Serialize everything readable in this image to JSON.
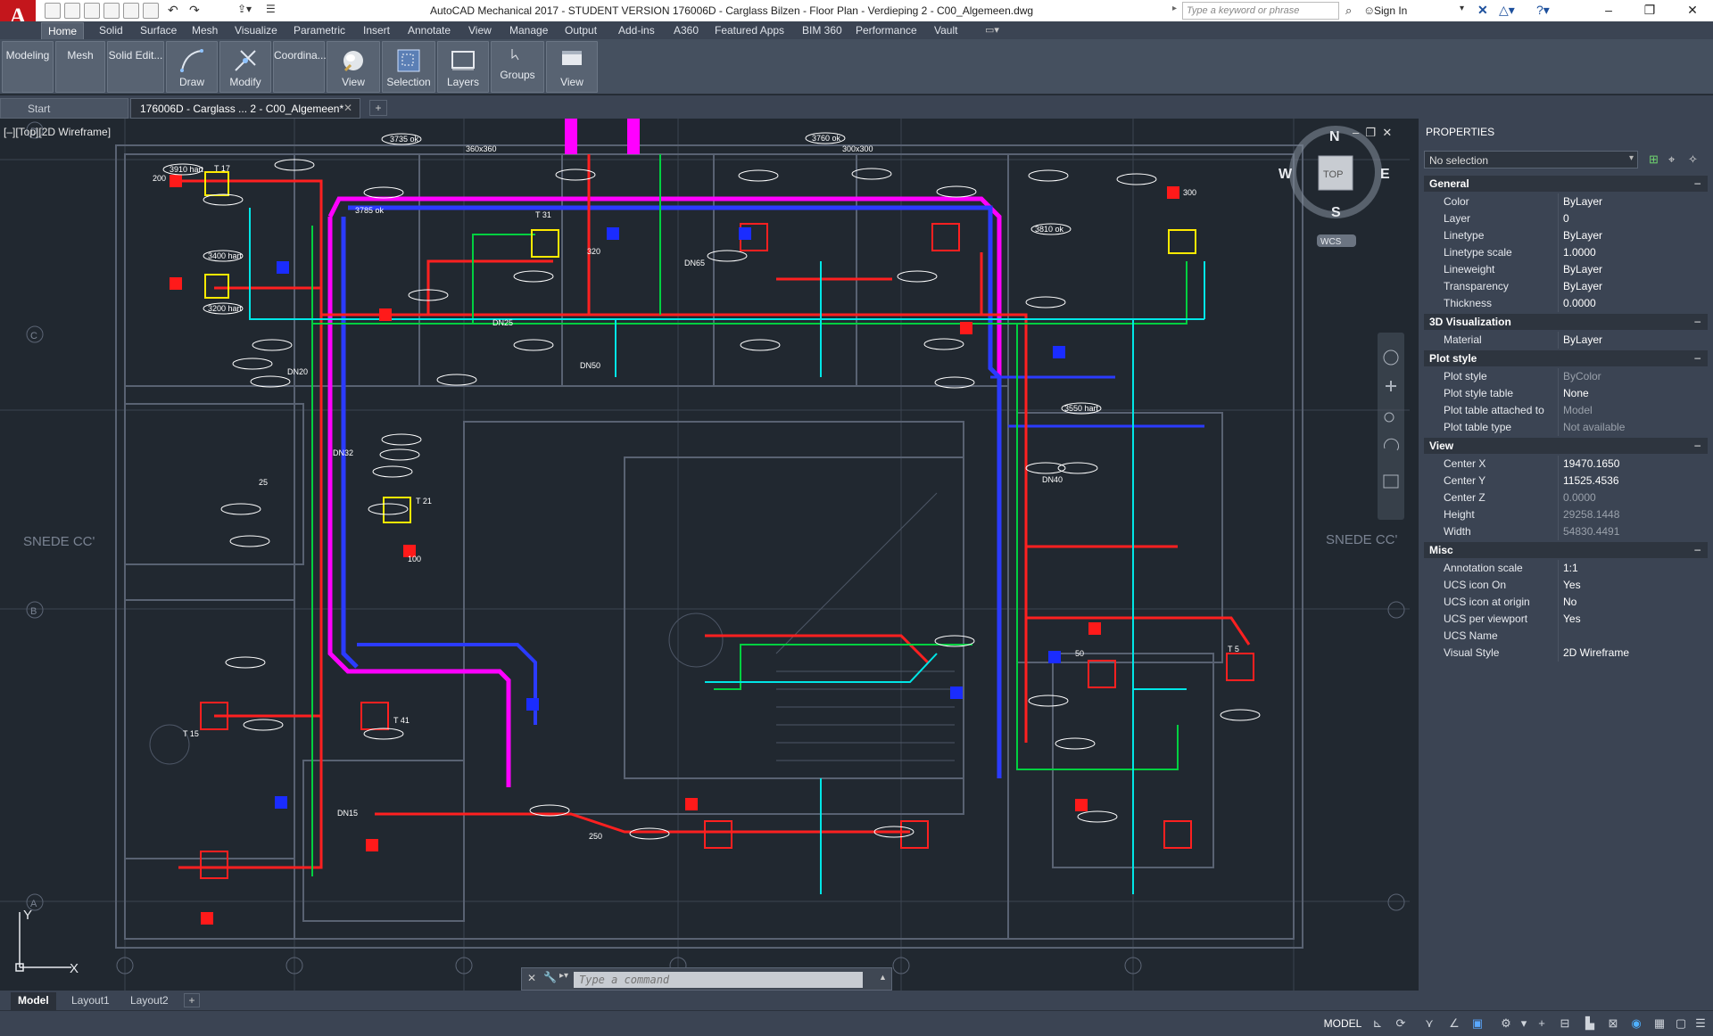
{
  "app": {
    "title": "AutoCAD Mechanical 2017 - STUDENT VERSION    176006D - Carglass Bilzen - Floor Plan - Verdieping  2 - C00_Algemeen.dwg",
    "logo": "A",
    "search_placeholder": "Type a keyword or phrase",
    "sign_in": "Sign In"
  },
  "ribbon": {
    "tabs": [
      "Home",
      "Solid",
      "Surface",
      "Mesh",
      "Visualize",
      "Parametric",
      "Insert",
      "Annotate",
      "View",
      "Manage",
      "Output",
      "Add-ins",
      "A360",
      "Featured Apps",
      "BIM 360",
      "Performance",
      "Vault"
    ],
    "active_tab": "Home",
    "buttons": [
      "Modeling",
      "Mesh",
      "Solid Edit...",
      "Draw",
      "Modify",
      "Coordina...",
      "View",
      "Selection",
      "Layers",
      "Groups",
      "View"
    ]
  },
  "doc_tabs": [
    {
      "label": "Start",
      "active": false
    },
    {
      "label": "176006D - Carglass ...  2 - C00_Algemeen*",
      "active": true
    }
  ],
  "viewport": {
    "label": "[–][Top][2D Wireframe]",
    "viewcube": {
      "n": "N",
      "s": "S",
      "e": "E",
      "w": "W",
      "top": "TOP",
      "wcs": "WCS"
    },
    "grid_labels": {
      "d": "D",
      "c": "C",
      "b": "B",
      "a": "A"
    },
    "section_text": "SNEDE CC'",
    "ucs": {
      "x": "X",
      "y": "Y"
    },
    "annotations": [
      "3910 hart",
      "3735 ok",
      "360x360",
      "300x300",
      "3760 ok",
      "3400 hart",
      "3200 hart",
      "3810 ok",
      "3550 hart",
      "3785 ok",
      "T 31",
      "T 21",
      "T 15",
      "T 5",
      "T 41",
      "T 17",
      "DN25",
      "DN15",
      "DN32",
      "DN40",
      "DN50",
      "DN65",
      "DN20",
      "200",
      "250",
      "300",
      "320",
      "100",
      "50",
      "25"
    ]
  },
  "properties": {
    "title": "PROPERTIES",
    "selection": "No selection",
    "sections": [
      {
        "name": "General",
        "rows": [
          {
            "k": "Color",
            "v": "ByLayer"
          },
          {
            "k": "Layer",
            "v": "0"
          },
          {
            "k": "Linetype",
            "v": "ByLayer"
          },
          {
            "k": "Linetype scale",
            "v": "1.0000"
          },
          {
            "k": "Lineweight",
            "v": "ByLayer"
          },
          {
            "k": "Transparency",
            "v": "ByLayer"
          },
          {
            "k": "Thickness",
            "v": "0.0000"
          }
        ]
      },
      {
        "name": "3D Visualization",
        "rows": [
          {
            "k": "Material",
            "v": "ByLayer"
          }
        ]
      },
      {
        "name": "Plot style",
        "rows": [
          {
            "k": "Plot style",
            "v": "ByColor"
          },
          {
            "k": "Plot style table",
            "v": "None"
          },
          {
            "k": "Plot table attached to",
            "v": "Model"
          },
          {
            "k": "Plot table type",
            "v": "Not available"
          }
        ]
      },
      {
        "name": "View",
        "rows": [
          {
            "k": "Center X",
            "v": "19470.1650"
          },
          {
            "k": "Center Y",
            "v": "11525.4536"
          },
          {
            "k": "Center Z",
            "v": "0.0000"
          },
          {
            "k": "Height",
            "v": "29258.1448"
          },
          {
            "k": "Width",
            "v": "54830.4491"
          }
        ]
      },
      {
        "name": "Misc",
        "rows": [
          {
            "k": "Annotation scale",
            "v": "1:1"
          },
          {
            "k": "UCS icon On",
            "v": "Yes"
          },
          {
            "k": "UCS icon at origin",
            "v": "No"
          },
          {
            "k": "UCS per viewport",
            "v": "Yes"
          },
          {
            "k": "UCS Name",
            "v": ""
          },
          {
            "k": "Visual Style",
            "v": "2D Wireframe"
          }
        ]
      }
    ]
  },
  "layouts": [
    "Model",
    "Layout1",
    "Layout2"
  ],
  "command": {
    "placeholder": "Type a command"
  },
  "status": {
    "model": "MODEL"
  }
}
